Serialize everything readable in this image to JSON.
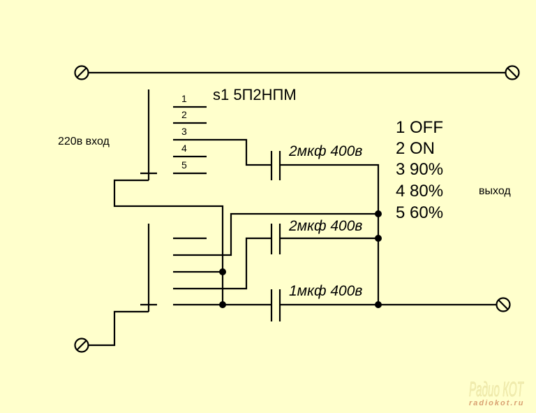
{
  "diagram": {
    "switch_title": "s1 5П2НПМ",
    "input_label": "220в вход",
    "output_label": "выход",
    "contact_numbers": [
      "1",
      "2",
      "3",
      "4",
      "5"
    ],
    "capacitors": [
      {
        "label": "2мкф 400в"
      },
      {
        "label": "2мкф 400в"
      },
      {
        "label": "1мкф 400в"
      }
    ],
    "legend": [
      "1 OFF",
      "2 ON",
      "3 90%",
      "4 80%",
      "5 60%"
    ],
    "watermark": {
      "title": "Радио КОТ",
      "url": "radiokot.ru"
    },
    "colors": {
      "background": "#ffffcc",
      "wire": "#000000"
    }
  }
}
